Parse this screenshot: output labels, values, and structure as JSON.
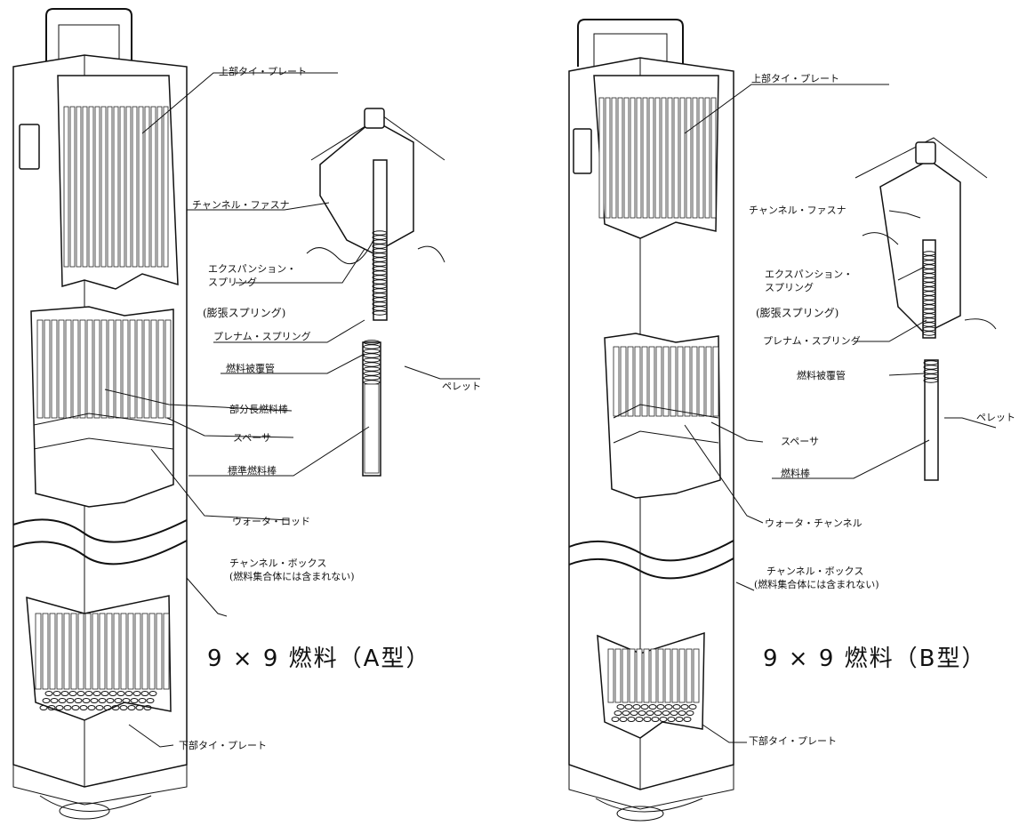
{
  "assembly_a": {
    "caption": "9 × 9 燃料（A型）",
    "labels": {
      "upper_tie_plate": "上部タイ・プレート",
      "channel_fastener": "チャンネル・ファスナ",
      "expansion_spring_1": "エクスパンション・",
      "expansion_spring_2": "スプリング",
      "expansion_spring_jp": "(膨張スプリング)",
      "plenum_spring": "プレナム・スプリング",
      "cladding": "燃料被覆管",
      "part_length_rod": "部分長燃料棒",
      "pellet": "ペレット",
      "spacer": "スペーサ",
      "standard_rod": "標準燃料棒",
      "water_rod": "ウォータ・ロッド",
      "channel_box_1": "チャンネル・ボックス",
      "channel_box_2": "(燃料集合体には含まれない)",
      "lower_tie_plate": "下部タイ・プレート"
    }
  },
  "assembly_b": {
    "caption": "9 × 9 燃料（B型）",
    "labels": {
      "upper_tie_plate": "上部タイ・プレート",
      "channel_fastener": "チャンネル・ファスナ",
      "expansion_spring_1": "エクスパンション・",
      "expansion_spring_2": "スプリング",
      "expansion_spring_jp": "(膨張スプリング)",
      "plenum_spring": "プレナム・スプリング",
      "cladding": "燃料被覆管",
      "pellet": "ペレット",
      "spacer": "スペーサ",
      "fuel_rod": "燃料棒",
      "water_channel": "ウォータ・チャンネル",
      "channel_box_1": "チャンネル・ボックス",
      "channel_box_2": "(燃料集合体には含まれない)",
      "lower_tie_plate": "下部タイ・プレート"
    }
  }
}
